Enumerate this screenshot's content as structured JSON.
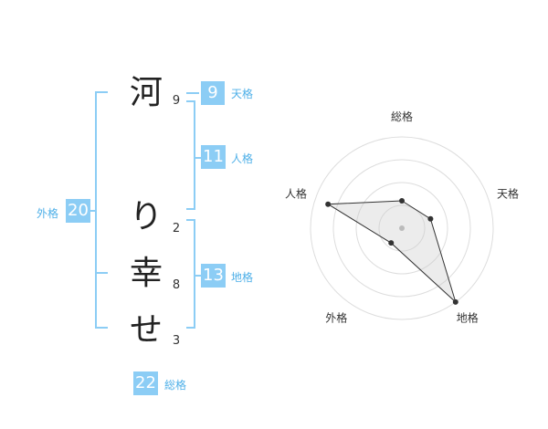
{
  "name_chars": [
    {
      "char": "河",
      "strokes": "9"
    },
    {
      "char": "り",
      "strokes": "2"
    },
    {
      "char": "幸",
      "strokes": "8"
    },
    {
      "char": "せ",
      "strokes": "3"
    }
  ],
  "kakusu": {
    "tenkaku": {
      "value": "9",
      "label": "天格"
    },
    "jinkaku": {
      "value": "11",
      "label": "人格"
    },
    "chikaku": {
      "value": "13",
      "label": "地格"
    },
    "gaikaku": {
      "value": "20",
      "label": "外格"
    },
    "soukaku": {
      "value": "22",
      "label": "総格"
    }
  },
  "colors": {
    "accent": "#8ccdf5",
    "label": "#4fb0e8"
  },
  "chart_data": {
    "type": "radar",
    "axes": [
      "総格",
      "天格",
      "地格",
      "外格",
      "人格"
    ],
    "values": [
      0.3,
      0.33,
      1.0,
      0.2,
      0.85
    ],
    "range": [
      0,
      1
    ],
    "rings": 4
  }
}
